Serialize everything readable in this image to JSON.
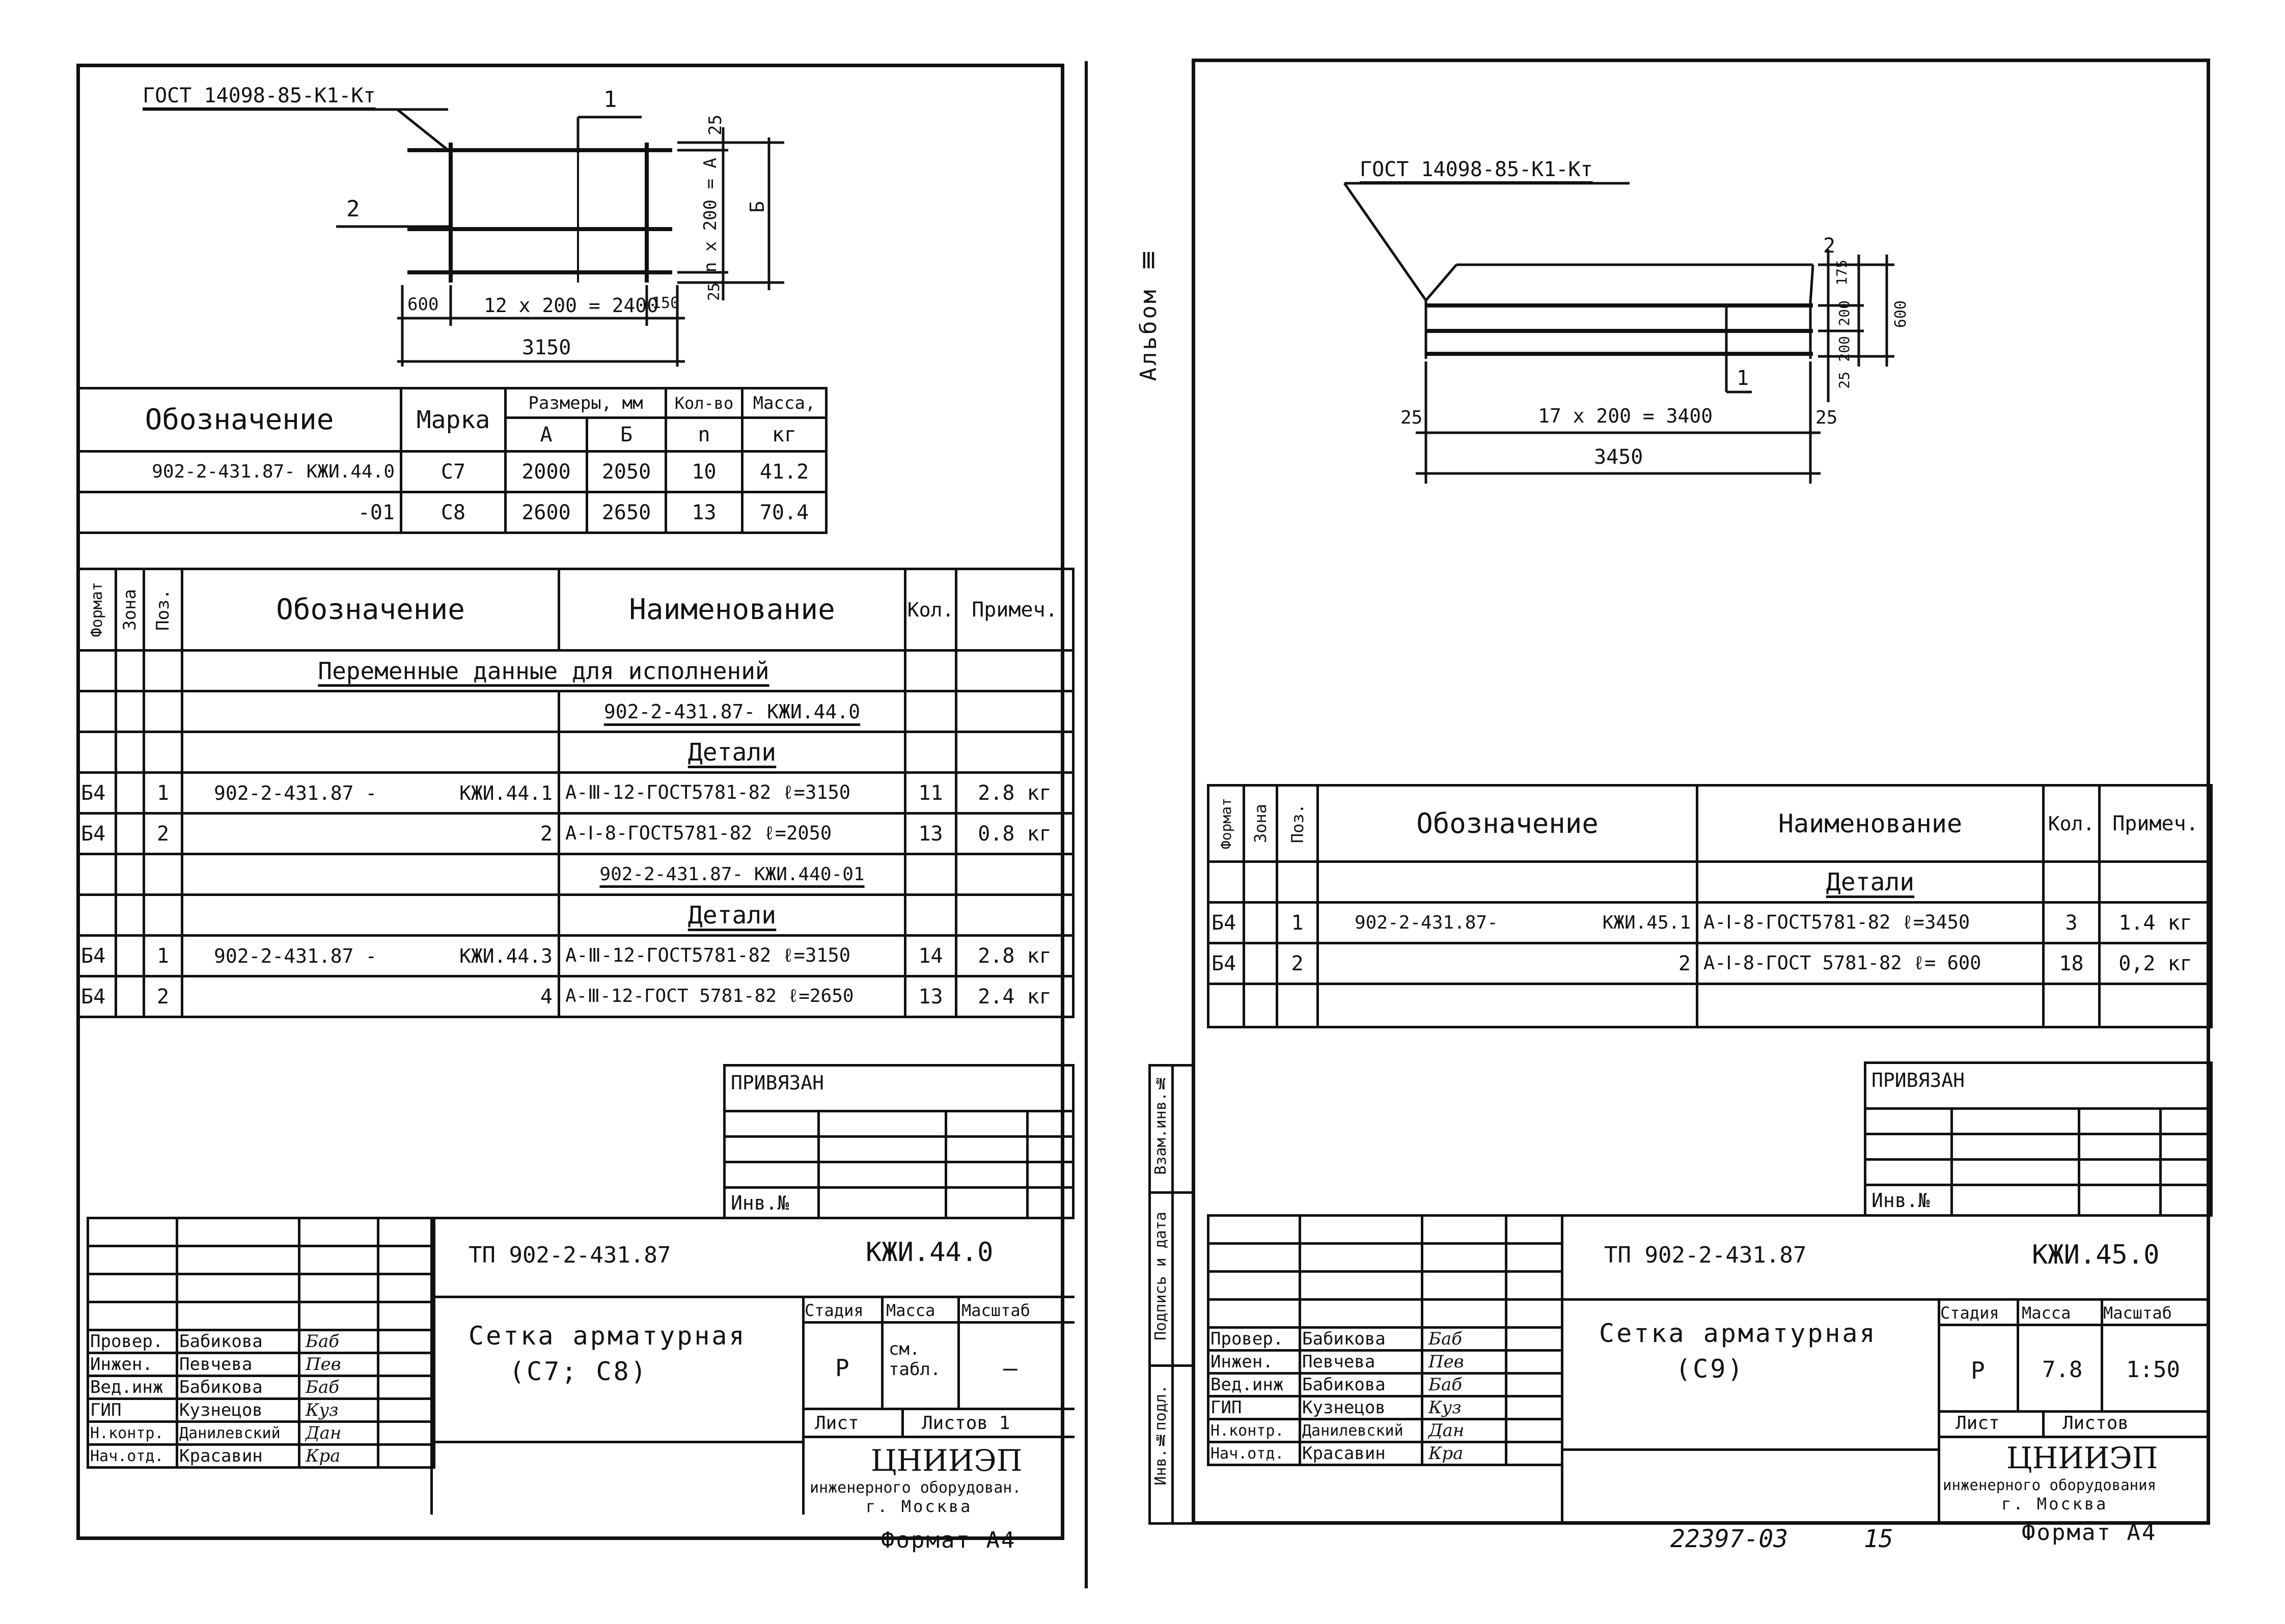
{
  "left": {
    "gost": "ГОСТ 14098-85-К1-Кт",
    "pos1": "1",
    "pos2": "2",
    "dim_top": "25",
    "dim_na": "n x 200 = A",
    "dim_b": "Б",
    "dim_600": "600",
    "dim_mid": "12 x 200 = 2400",
    "dim_150": "150",
    "dim_25b": "25",
    "dim_total": "3150",
    "marks": {
      "h_oboz": "Обозначение",
      "h_marka": "Марка",
      "h_razm": "Размеры, мм",
      "h_kol": "Кол-во",
      "h_massa": "Масса,",
      "h_a": "А",
      "h_b": "Б",
      "h_n": "n",
      "h_kg": "кг",
      "rows": [
        {
          "oboz": "902-2-431.87- КЖИ.44.0",
          "marka": "С7",
          "a": "2000",
          "b": "2050",
          "n": "10",
          "m": "41.2"
        },
        {
          "oboz": "-01",
          "marka": "С8",
          "a": "2600",
          "b": "2650",
          "n": "13",
          "m": "70.4"
        }
      ]
    },
    "spec": {
      "h_format": "Формат",
      "h_zona": "Зона",
      "h_poz": "Поз.",
      "h_oboz": "Обозначение",
      "h_naim": "Наименование",
      "h_kol": "Кол.",
      "h_prim": "Примеч.",
      "var_title": "Переменные данные для исполнений",
      "sec1": "902-2-431.87- КЖИ.44.0",
      "det1": "Детали",
      "r1": {
        "f": "Б4",
        "p": "1",
        "o1": "902-2-431.87 -",
        "o2": "КЖИ.44.1",
        "n": "А-Ⅲ-12-ГОСТ5781-82 ℓ=3150",
        "k": "11",
        "pr": "2.8 кг"
      },
      "r2": {
        "f": "Б4",
        "p": "2",
        "o1": "",
        "o2": "2",
        "n": "А-Ⅰ-8-ГОСТ5781-82 ℓ=2050",
        "k": "13",
        "pr": "0.8 кг"
      },
      "sec2": "902-2-431.87- КЖИ.440-01",
      "det2": "Детали",
      "r3": {
        "f": "Б4",
        "p": "1",
        "o1": "902-2-431.87 -",
        "o2": "КЖИ.44.3",
        "n": "А-Ⅲ-12-ГОСТ5781-82 ℓ=3150",
        "k": "14",
        "pr": "2.8 кг"
      },
      "r4": {
        "f": "Б4",
        "p": "2",
        "o1": "",
        "o2": "4",
        "n": "А-Ⅲ-12-ГОСТ 5781-82 ℓ=2650",
        "k": "13",
        "pr": "2.4 кг"
      }
    },
    "privyazan": "ПРИВЯЗАН",
    "inv": "Инв.№",
    "stamp": {
      "tp": "ТП 902-2-431.87",
      "code": "КЖИ.44.0",
      "title1": "Сетка арматурная",
      "title2": "(С7; С8)",
      "stadia": "Стадия",
      "massa": "Масса",
      "masshtab": "Масштаб",
      "stadia_v": "Р",
      "massa_v": "см. табл.",
      "masshtab_v": "—",
      "list": "Лист",
      "listov": "Листов 1",
      "org1": "ЦНИИЭП",
      "org2": "инженерного оборудован.",
      "org3": "г. Москва",
      "people": [
        {
          "role": "Провер.",
          "name": "Бабикова",
          "sig": "Баб"
        },
        {
          "role": "Инжен.",
          "name": "Певчева",
          "sig": "Пев"
        },
        {
          "role": "Вед.инж",
          "name": "Бабикова",
          "sig": "Баб"
        },
        {
          "role": "ГИП",
          "name": "Кузнецов",
          "sig": "Куз"
        },
        {
          "role": "Н.контр.",
          "name": "Данилевский",
          "sig": "Дан"
        },
        {
          "role": "Нач.отд.",
          "name": "Красавин",
          "sig": "Кра"
        }
      ]
    },
    "format": "Формат А4"
  },
  "right": {
    "album": "Альбом Ⅲ",
    "gost": "ГОСТ 14098-85-К1-Кт",
    "pos2": "2",
    "pos1": "1",
    "dim_175": "175",
    "dim_200a": "200",
    "dim_200b": "200",
    "dim_600": "600",
    "dim_25a": "25",
    "dim_25l": "25",
    "dim_mid": "17 x 200 = 3400",
    "dim_25r": "25",
    "dim_total": "3450",
    "spec": {
      "h_format": "Формат",
      "h_zona": "Зона",
      "h_poz": "Поз.",
      "h_oboz": "Обозначение",
      "h_naim": "Наименование",
      "h_kol": "Кол.",
      "h_prim": "Примеч.",
      "det": "Детали",
      "r1": {
        "f": "Б4",
        "p": "1",
        "o1": "902-2-431.87-",
        "o2": "КЖИ.45.1",
        "n": "А-Ⅰ-8-ГОСТ5781-82 ℓ=3450",
        "k": "3",
        "pr": "1.4 кг"
      },
      "r2": {
        "f": "Б4",
        "p": "2",
        "o1": "",
        "o2": "2",
        "n": "А-Ⅰ-8-ГОСТ 5781-82 ℓ= 600",
        "k": "18",
        "pr": "0,2 кг"
      }
    },
    "privyazan": "ПРИВЯЗАН",
    "inv": "Инв.№",
    "side_labels": [
      "Инв.№подл.",
      "Подпись и дата",
      "Взам.инв.№"
    ],
    "stamp": {
      "tp": "ТП 902-2-431.87",
      "code": "КЖИ.45.0",
      "title1": "Сетка арматурная",
      "title2": "(С9)",
      "stadia": "Стадия",
      "massa": "Масса",
      "masshtab": "Масштаб",
      "stadia_v": "Р",
      "massa_v": "7.8",
      "masshtab_v": "1:50",
      "list": "Лист",
      "listov": "Листов",
      "org1": "ЦНИИЭП",
      "org2": "инженерного оборудования",
      "org3": "г. Москва",
      "people": [
        {
          "role": "Провер.",
          "name": "Бабикова",
          "sig": "Баб"
        },
        {
          "role": "Инжен.",
          "name": "Певчева",
          "sig": "Пев"
        },
        {
          "role": "Вед.инж",
          "name": "Бабикова",
          "sig": "Баб"
        },
        {
          "role": "ГИП",
          "name": "Кузнецов",
          "sig": "Куз"
        },
        {
          "role": "Н.контр.",
          "name": "Данилевский",
          "sig": "Дан"
        },
        {
          "role": "Нач.отд.",
          "name": "Красавин",
          "sig": "Кра"
        }
      ]
    },
    "doc_no": "22397-03",
    "sheet_no": "15",
    "format": "Формат А4"
  }
}
